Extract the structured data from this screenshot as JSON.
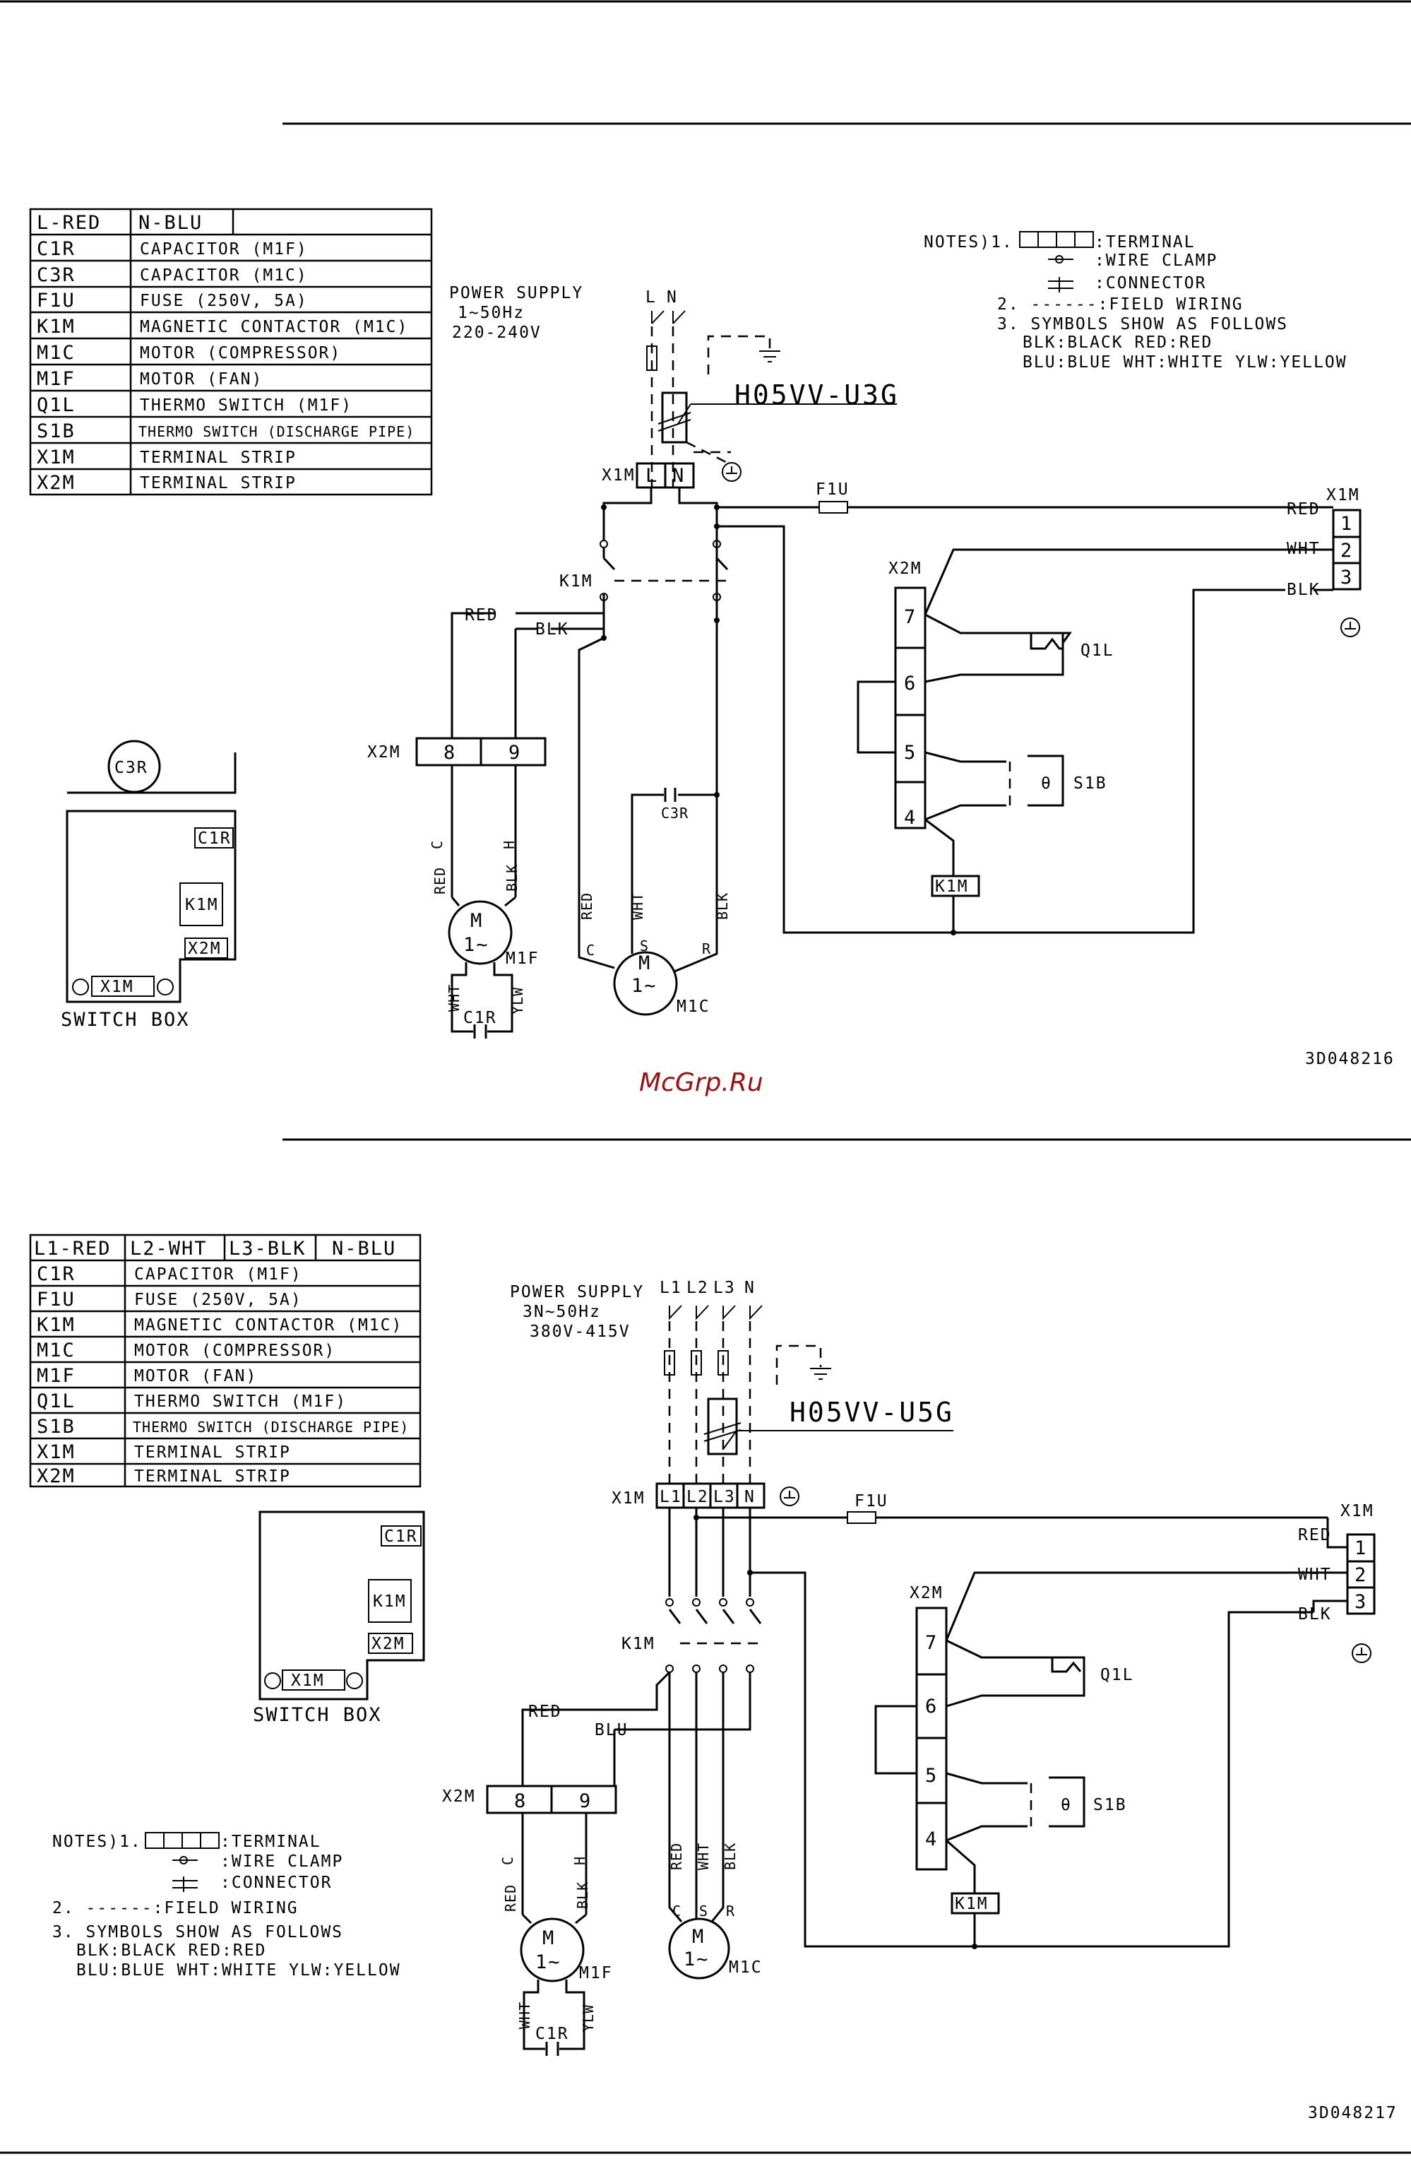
{
  "diagram1": {
    "legend_header": [
      "L-RED",
      "N-BLU"
    ],
    "legend": [
      {
        "code": "C1R",
        "desc": "CAPACITOR (M1F)"
      },
      {
        "code": "C3R",
        "desc": "CAPACITOR (M1C)"
      },
      {
        "code": "F1U",
        "desc": "FUSE (250V, 5A)"
      },
      {
        "code": "K1M",
        "desc": "MAGNETIC CONTACTOR (M1C)"
      },
      {
        "code": "M1C",
        "desc": "MOTOR (COMPRESSOR)"
      },
      {
        "code": "M1F",
        "desc": "MOTOR (FAN)"
      },
      {
        "code": "Q1L",
        "desc": "THERMO SWITCH (M1F)"
      },
      {
        "code": "S1B",
        "desc": "THERMO SWITCH (DISCHARGE PIPE)"
      },
      {
        "code": "X1M",
        "desc": "TERMINAL STRIP"
      },
      {
        "code": "X2M",
        "desc": "TERMINAL STRIP"
      }
    ],
    "power_supply": [
      "POWER SUPPLY",
      "1~50Hz",
      "220-240V"
    ],
    "phases": [
      "L",
      "N"
    ],
    "cable": "H05VV-U3G",
    "notes": {
      "title": "NOTES)1.",
      "terminal": ":TERMINAL",
      "wire_clamp": ":WIRE CLAMP",
      "connector": ":CONNECTOR",
      "field_wiring": "2. ------:FIELD WIRING",
      "symbols": "3. SYMBOLS SHOW AS FOLLOWS",
      "colors1": "BLK:BLACK RED:RED",
      "colors2": "BLU:BLUE  WHT:WHITE YLW:YELLOW"
    },
    "switch_box": {
      "label": "SWITCH BOX",
      "c3r": "C3R",
      "c1r": "C1R",
      "k1m": "K1M",
      "x2m": "X2M",
      "x1m": "X1M"
    },
    "labels": {
      "x1m": "X1M",
      "x2m": "X2M",
      "k1m": "K1M",
      "f1u": "F1U",
      "red": "RED",
      "blk": "BLK",
      "wht": "WHT",
      "t8": "8",
      "t9": "9",
      "t7": "7",
      "t6": "6",
      "t5": "5",
      "t4": "4",
      "t1": "1",
      "t2": "2",
      "t3": "3",
      "q1l": "Q1L",
      "s1b": "S1B",
      "c3r": "C3R",
      "c": "C",
      "h": "H",
      "ylw": "YLW",
      "c1r": "C1R",
      "m1f": "M1F",
      "m1c": "M1C",
      "s": "S",
      "r": "R",
      "m": "M",
      "one_tilde": "1~",
      "theta": "θ"
    },
    "code": "3D048216"
  },
  "watermark": "McGrp.Ru",
  "diagram2": {
    "legend_header": [
      "L1-RED",
      "L2-WHT",
      "L3-BLK",
      "N-BLU"
    ],
    "legend": [
      {
        "code": "C1R",
        "desc": "CAPACITOR (M1F)"
      },
      {
        "code": "F1U",
        "desc": "FUSE (250V, 5A)"
      },
      {
        "code": "K1M",
        "desc": "MAGNETIC CONTACTOR (M1C)"
      },
      {
        "code": "M1C",
        "desc": "MOTOR (COMPRESSOR)"
      },
      {
        "code": "M1F",
        "desc": "MOTOR (FAN)"
      },
      {
        "code": "Q1L",
        "desc": "THERMO SWITCH (M1F)"
      },
      {
        "code": "S1B",
        "desc": "THERMO SWITCH (DISCHARGE PIPE)"
      },
      {
        "code": "X1M",
        "desc": "TERMINAL STRIP"
      },
      {
        "code": "X2M",
        "desc": "TERMINAL STRIP"
      }
    ],
    "power_supply": [
      "POWER SUPPLY",
      "3N~50Hz",
      "380V-415V"
    ],
    "phases": [
      "L1",
      "L2",
      "L3",
      "N"
    ],
    "cable": "H05VV-U5G",
    "notes": {
      "title": "NOTES)1.",
      "terminal": ":TERMINAL",
      "wire_clamp": ":WIRE CLAMP",
      "connector": ":CONNECTOR",
      "field_wiring": "2. ------:FIELD WIRING",
      "symbols": "3. SYMBOLS SHOW AS FOLLOWS",
      "colors1": "BLK:BLACK RED:RED",
      "colors2": "BLU:BLUE  WHT:WHITE YLW:YELLOW"
    },
    "switch_box": {
      "label": "SWITCH BOX",
      "c1r": "C1R",
      "k1m": "K1M",
      "x2m": "X2M",
      "x1m": "X1M"
    },
    "labels": {
      "x1m": "X1M",
      "x2m": "X2M",
      "k1m": "K1M",
      "f1u": "F1U",
      "red": "RED",
      "blk": "BLK",
      "wht": "WHT",
      "blu": "BLU",
      "t8": "8",
      "t9": "9",
      "t7": "7",
      "t6": "6",
      "t5": "5",
      "t4": "4",
      "t1": "1",
      "t2": "2",
      "t3": "3",
      "tl1": "L1",
      "tl2": "L2",
      "tl3": "L3",
      "tn": "N",
      "q1l": "Q1L",
      "s1b": "S1B",
      "c": "C",
      "h": "H",
      "ylw": "YLW",
      "c1r": "C1R",
      "m1f": "M1F",
      "m1c": "M1C",
      "s": "S",
      "r": "R",
      "m": "M",
      "one_tilde": "1~",
      "theta": "θ"
    },
    "code": "3D048217"
  }
}
